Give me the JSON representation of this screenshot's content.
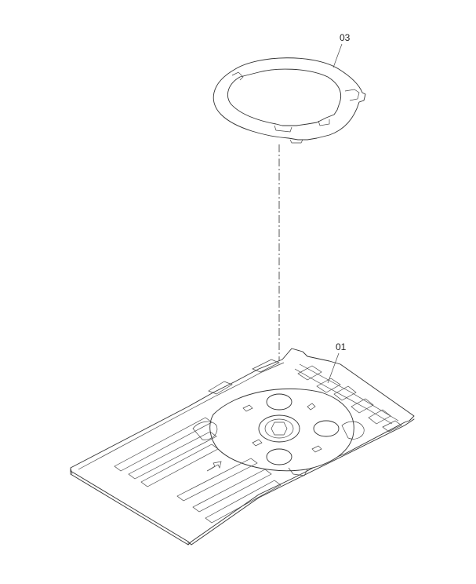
{
  "parts": [
    {
      "id": "ring",
      "label": "03"
    },
    {
      "id": "tray",
      "label": "01"
    }
  ]
}
